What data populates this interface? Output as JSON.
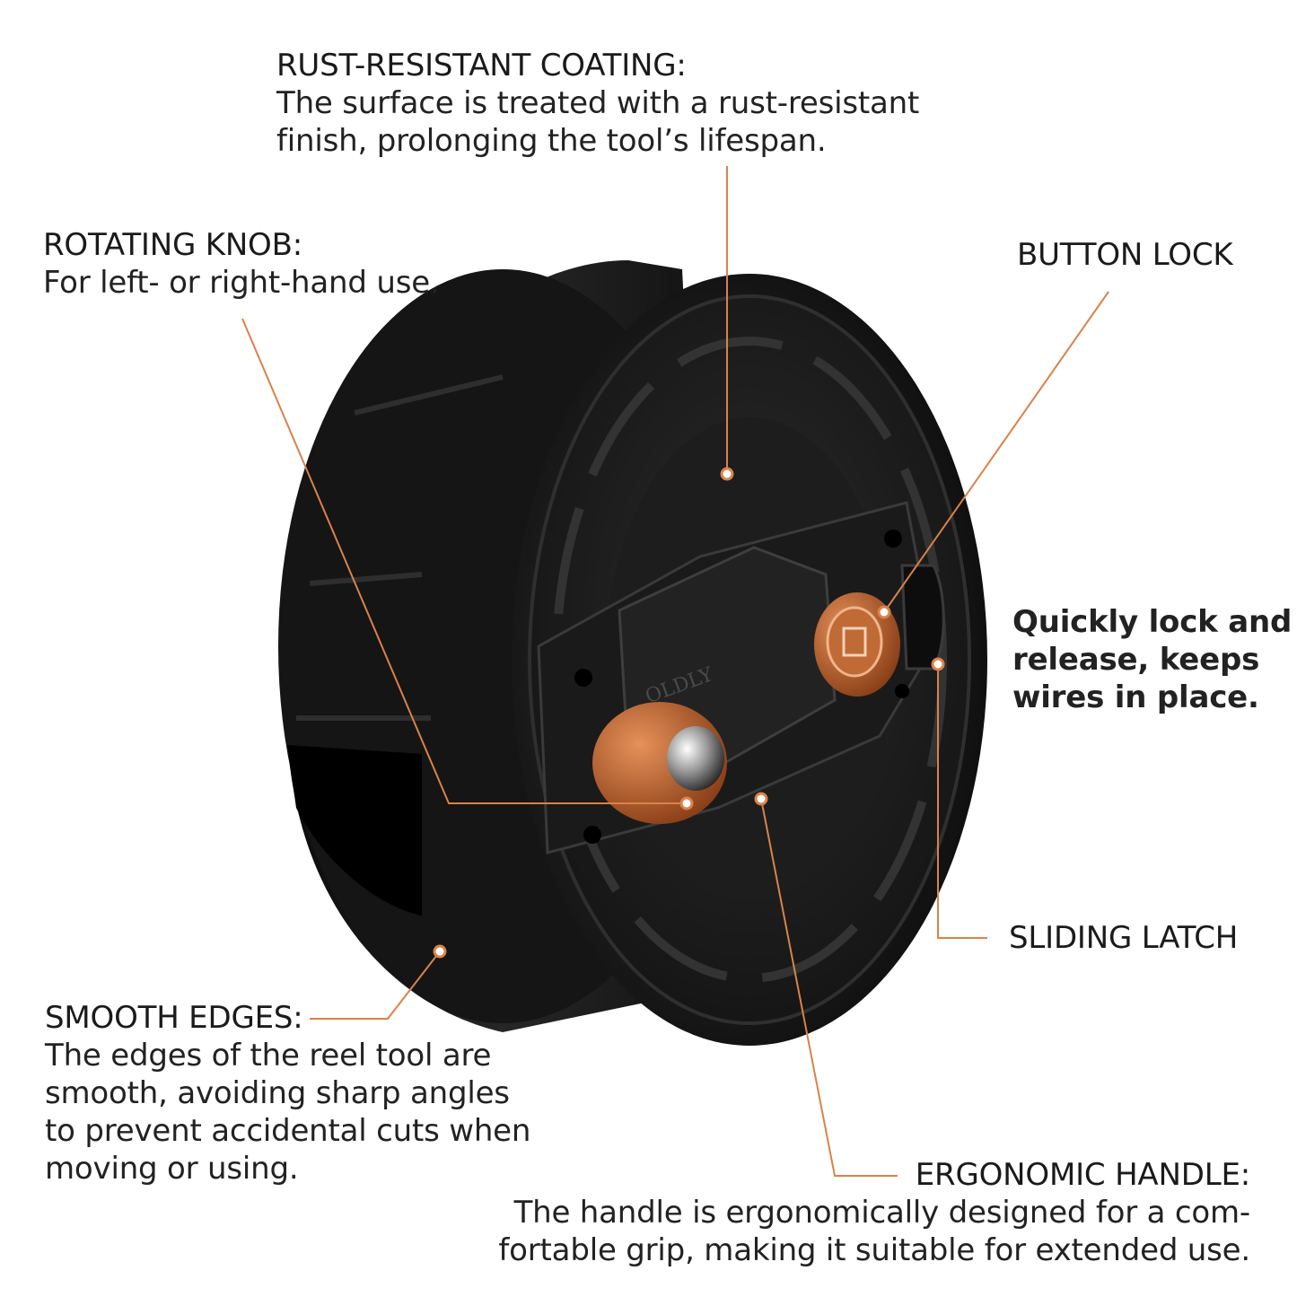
{
  "brand_text": "OLDLY",
  "accent_color": "#d9824a",
  "callouts": {
    "rust": {
      "title": "RUST-RESISTANT COATING:",
      "line1": "The surface is treated with a rust-resistant",
      "line2": "finish, prolonging the tool’s lifespan."
    },
    "knob": {
      "title": "ROTATING KNOB:",
      "line1": "For left- or right-hand use."
    },
    "button_lock": {
      "title": "BUTTON LOCK"
    },
    "quick": {
      "line1": "Quickly lock and",
      "line2": "release, keeps",
      "line3": "wires in place."
    },
    "latch": {
      "title": "SLIDING LATCH"
    },
    "edges": {
      "title": "SMOOTH EDGES:",
      "line1": "The edges of the reel tool are",
      "line2": "smooth, avoiding sharp angles",
      "line3": "to prevent accidental cuts when",
      "line4": "moving or using."
    },
    "handle": {
      "title": "ERGONOMIC HANDLE:",
      "line1": "The handle is ergonomically designed for a com-",
      "line2": "fortable grip, making it suitable for extended use."
    }
  }
}
